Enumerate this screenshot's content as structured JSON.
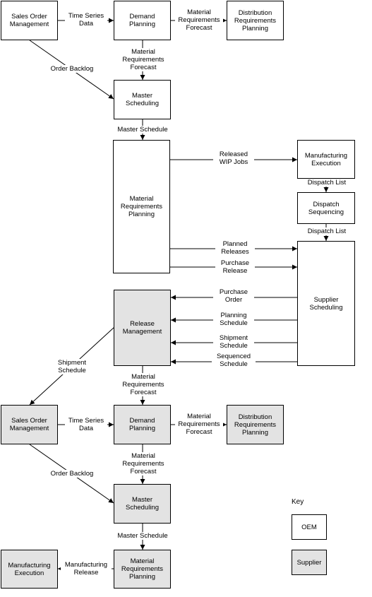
{
  "boxes": {
    "som1": "Sales Order\nManagement",
    "dp1": "Demand\nPlanning",
    "drp1": "Distribution\nRequirements\nPlanning",
    "ms1": "Master\nScheduling",
    "mrp1": "Material\nRequirements\nPlanning",
    "me1": "Manufacturing\nExecution",
    "ds1": "Dispatch\nSequencing",
    "ss1": "Supplier\nScheduling",
    "rm1": "Release\nManagement",
    "som2": "Sales Order\nManagement",
    "dp2": "Demand\nPlanning",
    "drp2": "Distribution\nRequirements\nPlanning",
    "ms2": "Master\nScheduling",
    "mrp2": "Material\nRequirements\nPlanning",
    "me2": "Manufacturing\nExecution"
  },
  "labels": {
    "ts1": "Time Series\nData",
    "mrf_a": "Material\nRequirements\nForecast",
    "mrf_b": "Material\nRequirements\nForecast",
    "ob1": "Order Backlog",
    "mschk1": "Master Schedule",
    "wip": "Released\nWIP Jobs",
    "dl1": "Dispatch List",
    "dl2": "Dispatch List",
    "pr": "Planned\nReleases",
    "pur": "Purchase\nRelease",
    "po": "Purchase\nOrder",
    "ps": "Planning\nSchedule",
    "shs": "Shipment\nSchedule",
    "seq": "Sequenced\nSchedule",
    "shs2": "Shipment\nSchedule",
    "mrf_c": "Material\nRequirements\nForecast",
    "ts2": "Time Series\nData",
    "mrf_d": "Material\nRequirements\nForecast",
    "mrf_e": "Material\nRequirements\nForecast",
    "ob2": "Order Backlog",
    "mschk2": "Master Schedule",
    "mrel": "Manufacturing\nRelease"
  },
  "key": {
    "title": "Key",
    "oem": "OEM",
    "supplier": "Supplier"
  },
  "colors": {
    "oem_fill": "#ffffff",
    "supplier_fill": "#e3e3e3",
    "line": "#000000"
  }
}
